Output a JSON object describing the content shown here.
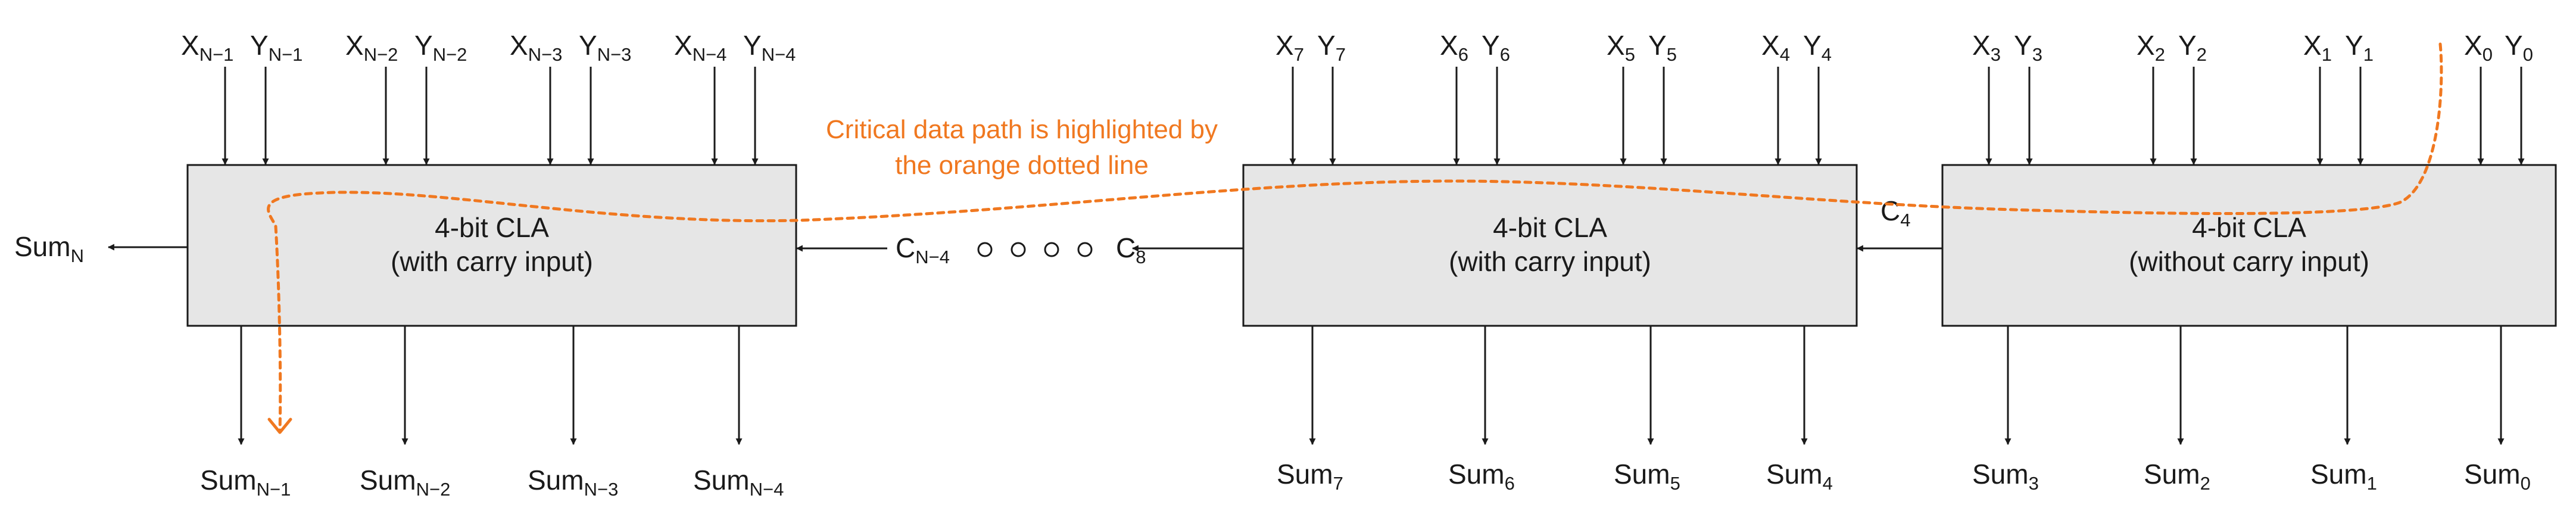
{
  "note": {
    "line1": "Critical data path is highlighted by",
    "line2": "the orange dotted line"
  },
  "blocks": [
    {
      "title": "4-bit CLA",
      "subtitle": "(with carry input)"
    },
    {
      "title": "4-bit CLA",
      "subtitle": "(with carry input)"
    },
    {
      "title": "4-bit CLA",
      "subtitle": "(without carry input)"
    }
  ],
  "inputs": {
    "block1": [
      {
        "x": "X",
        "xs": "N−1",
        "y": "Y",
        "ys": "N−1"
      },
      {
        "x": "X",
        "xs": "N−2",
        "y": "Y",
        "ys": "N−2"
      },
      {
        "x": "X",
        "xs": "N−3",
        "y": "Y",
        "ys": "N−3"
      },
      {
        "x": "X",
        "xs": "N−4",
        "y": "Y",
        "ys": "N−4"
      }
    ],
    "block2": [
      {
        "x": "X",
        "xs": "7",
        "y": "Y",
        "ys": "7"
      },
      {
        "x": "X",
        "xs": "6",
        "y": "Y",
        "ys": "6"
      },
      {
        "x": "X",
        "xs": "5",
        "y": "Y",
        "ys": "5"
      },
      {
        "x": "X",
        "xs": "4",
        "y": "Y",
        "ys": "4"
      }
    ],
    "block3": [
      {
        "x": "X",
        "xs": "3",
        "y": "Y",
        "ys": "3"
      },
      {
        "x": "X",
        "xs": "2",
        "y": "Y",
        "ys": "2"
      },
      {
        "x": "X",
        "xs": "1",
        "y": "Y",
        "ys": "1"
      },
      {
        "x": "X",
        "xs": "0",
        "y": "Y",
        "ys": "0"
      }
    ]
  },
  "outputs": {
    "block1": [
      {
        "base": "Sum",
        "sub": "N−1"
      },
      {
        "base": "Sum",
        "sub": "N−2"
      },
      {
        "base": "Sum",
        "sub": "N−3"
      },
      {
        "base": "Sum",
        "sub": "N−4"
      }
    ],
    "block2": [
      {
        "base": "Sum",
        "sub": "7"
      },
      {
        "base": "Sum",
        "sub": "6"
      },
      {
        "base": "Sum",
        "sub": "5"
      },
      {
        "base": "Sum",
        "sub": "4"
      }
    ],
    "block3": [
      {
        "base": "Sum",
        "sub": "3"
      },
      {
        "base": "Sum",
        "sub": "2"
      },
      {
        "base": "Sum",
        "sub": "1"
      },
      {
        "base": "Sum",
        "sub": "0"
      }
    ],
    "final": {
      "base": "Sum",
      "sub": "N"
    }
  },
  "carries": {
    "cn4": {
      "base": "C",
      "sub": "N−4"
    },
    "c8": {
      "base": "C",
      "sub": "8"
    },
    "c4": {
      "base": "C",
      "sub": "4"
    }
  },
  "colors": {
    "block_fill": "#e6e6e6",
    "block_stroke": "#1a1a1a",
    "wire": "#1a1a1a",
    "critical_path": "#f07820"
  }
}
